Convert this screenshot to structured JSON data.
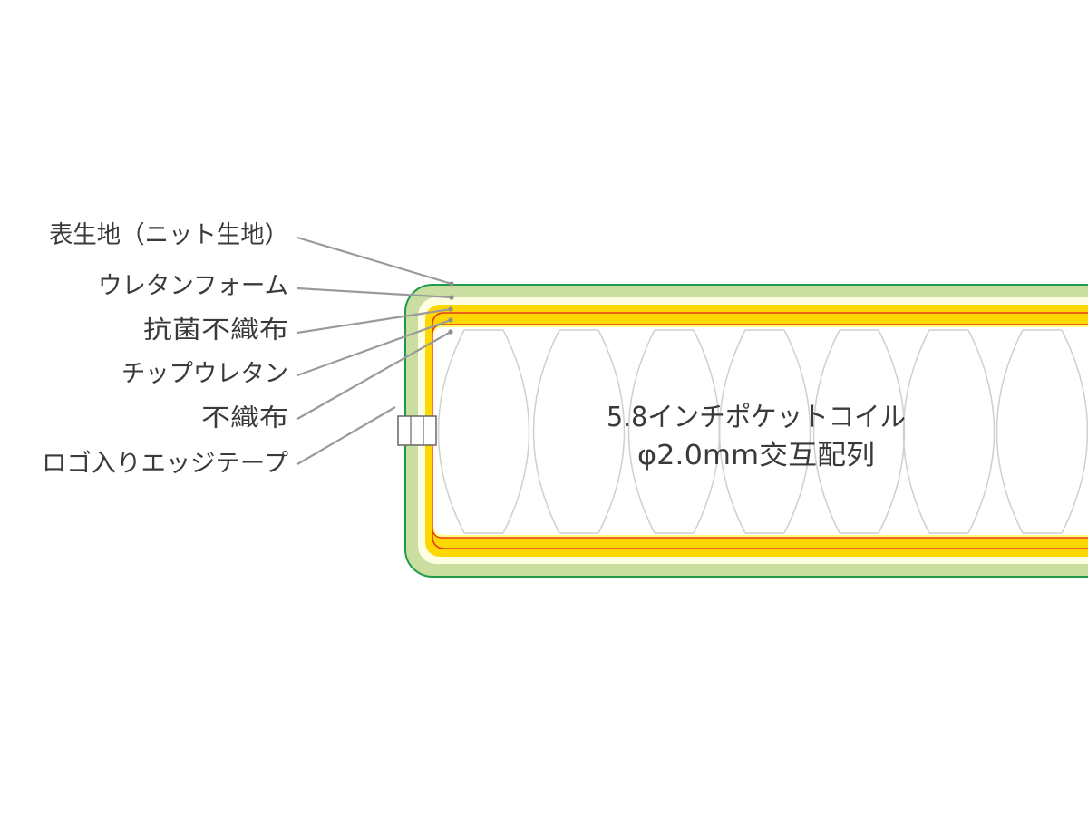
{
  "labels": {
    "outer_fabric": "表生地（ニット生地）",
    "urethane_foam": "ウレタンフォーム",
    "antibacterial_nonwoven": "抗菌不織布",
    "chip_urethane": "チップウレタン",
    "nonwoven": "不織布",
    "edge_tape": "ロゴ入りエッジテープ"
  },
  "core": {
    "line1": "5.8インチポケットコイル",
    "line2": "φ2.0mm交互配列"
  },
  "colors": {
    "outer_fabric": "#c9dea0",
    "outer_outline": "#1f9a48",
    "urethane_foam": "#fdfde0",
    "chip_urethane": "#ffd800",
    "nonwoven": "#ffff7a",
    "red_line": "#e53a1a",
    "coil_outline": "#cfcfcf"
  }
}
